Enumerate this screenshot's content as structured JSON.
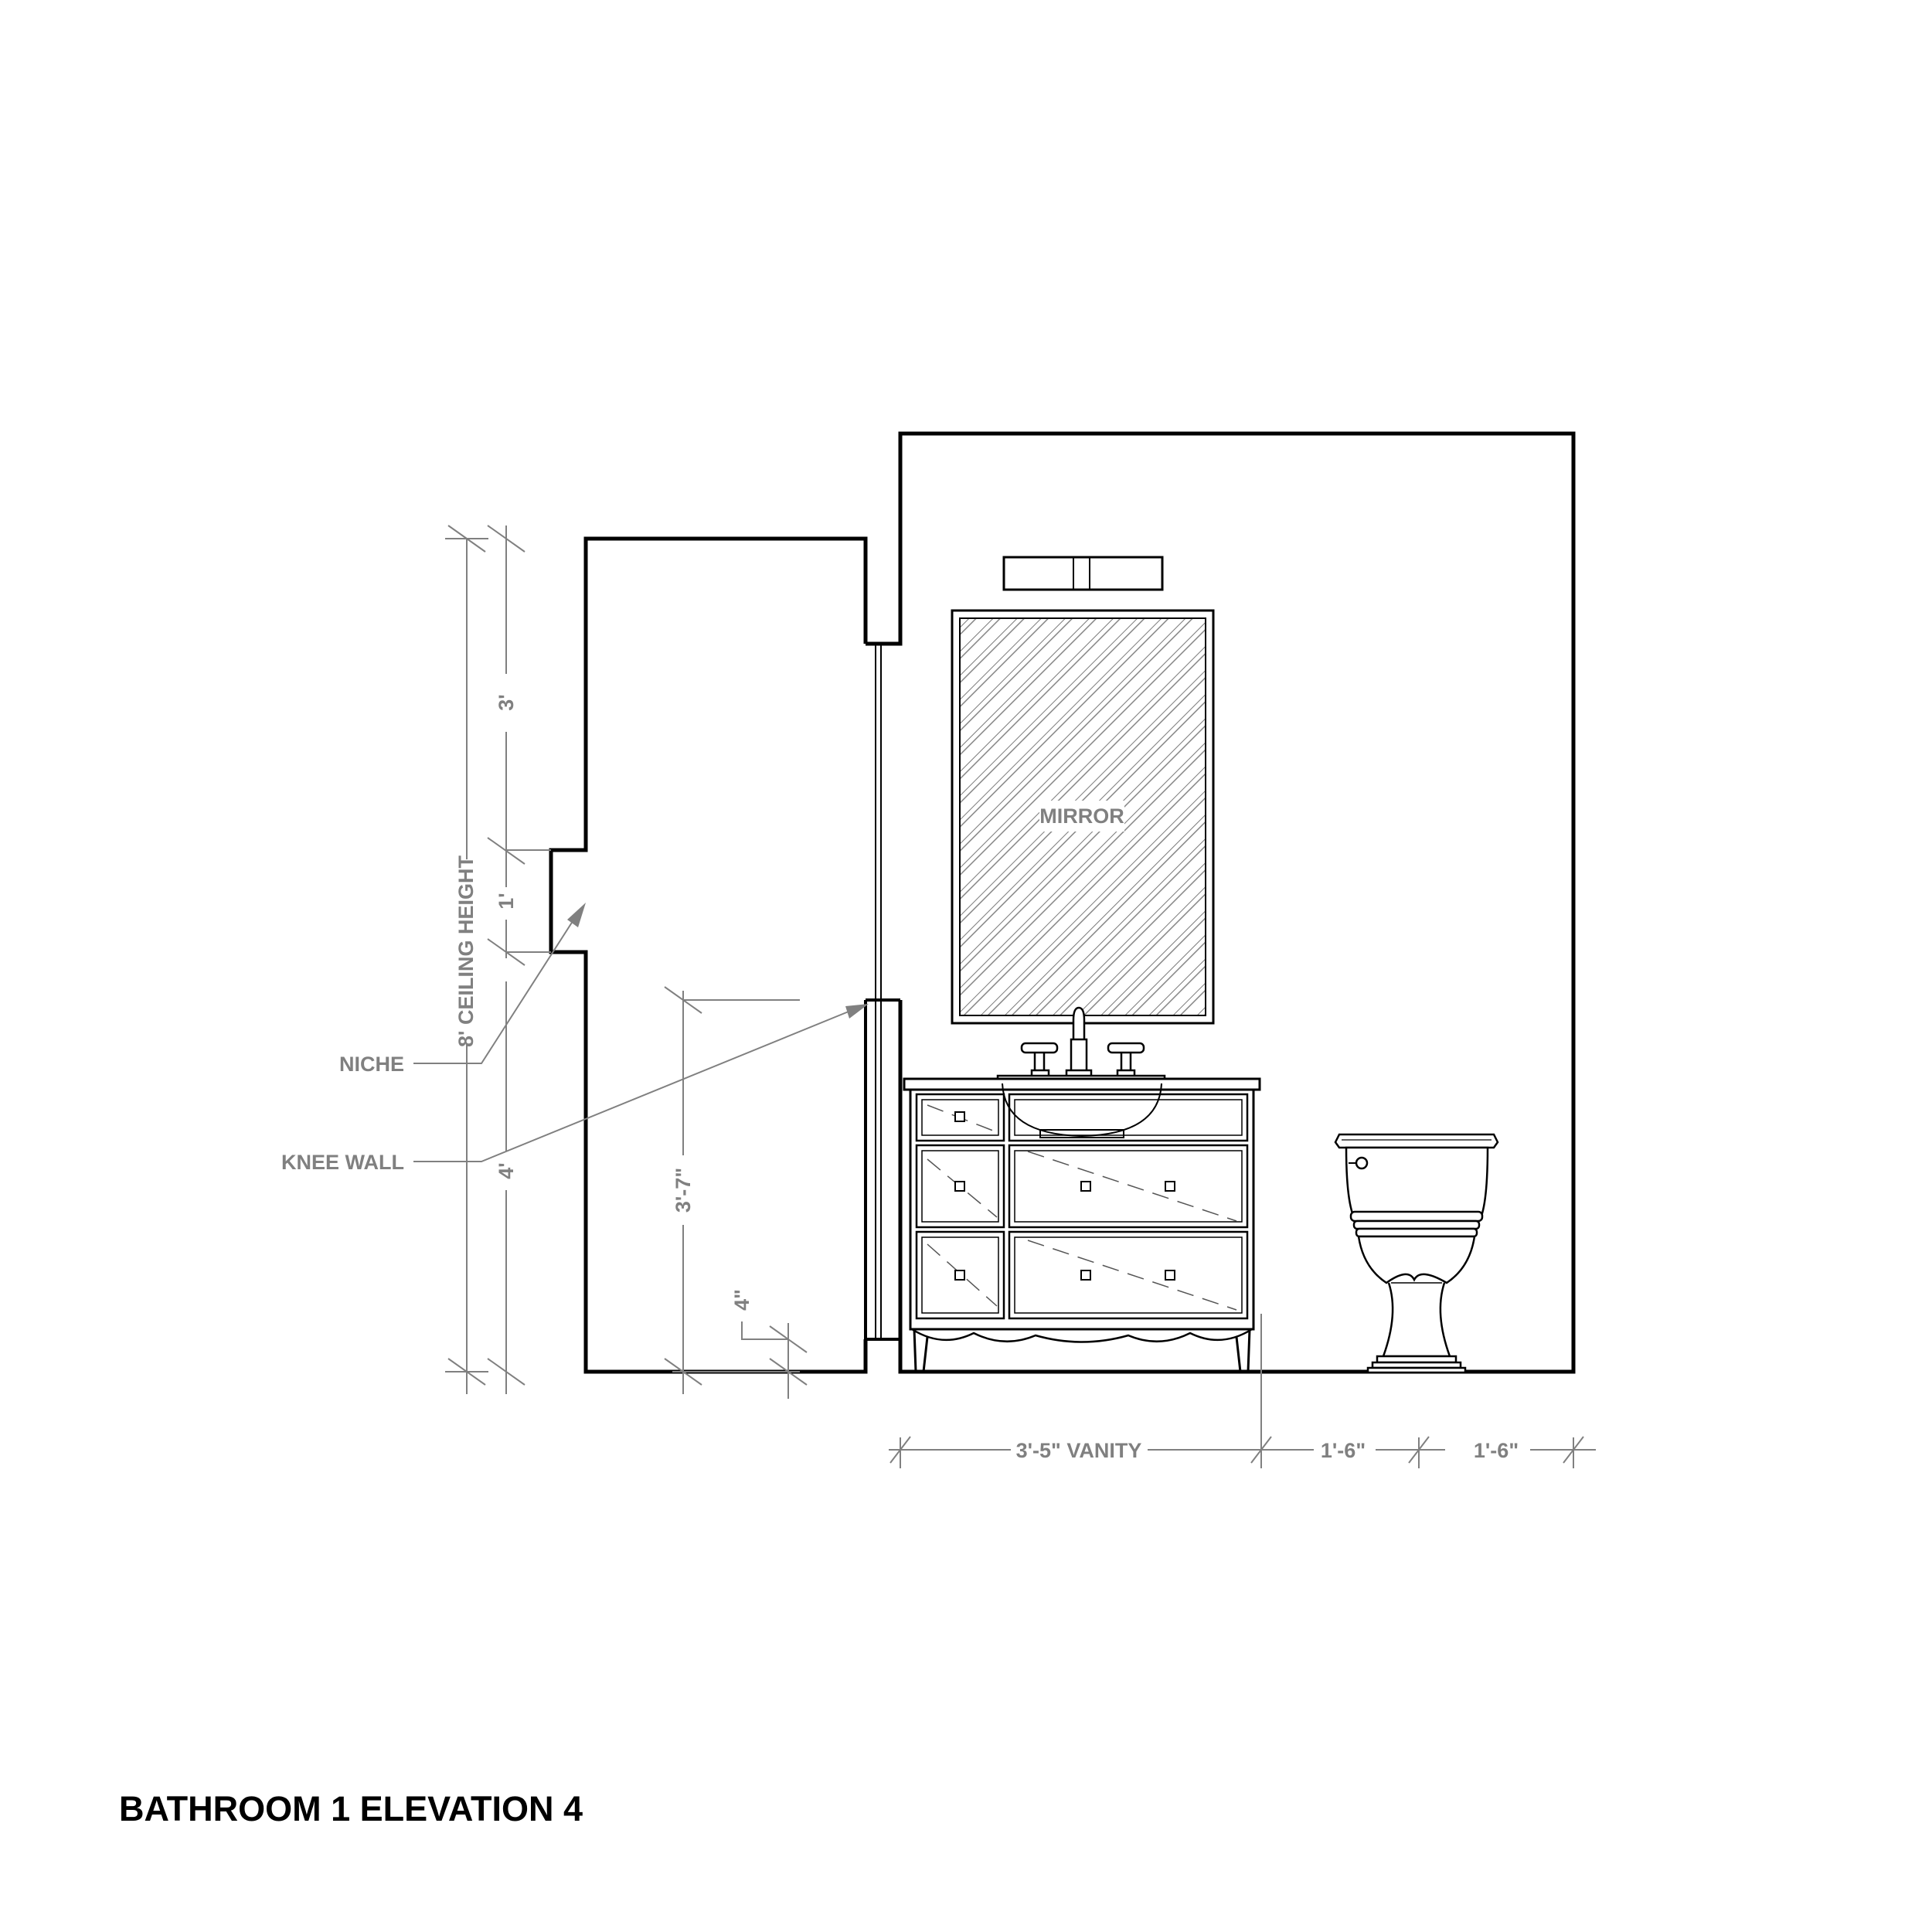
{
  "title": "BATHROOM 1 ELEVATION 4",
  "labels": {
    "mirror": "MIRROR",
    "niche": "NICHE",
    "knee_wall": "KNEE WALL"
  },
  "dimensions": {
    "ceiling_height": "8' CEILING HEIGHT",
    "upper_wall": "3'",
    "niche_height": "1'",
    "lower_wall": "4'",
    "knee_wall_height": "3'-7\"",
    "curb": "4\"",
    "vanity_width": "3'-5\" VANITY",
    "toilet_clearance_left": "1'-6\"",
    "toilet_clearance_right": "1'-6\""
  },
  "colors": {
    "line": "#000000",
    "dimension": "#808080",
    "background": "#ffffff"
  }
}
